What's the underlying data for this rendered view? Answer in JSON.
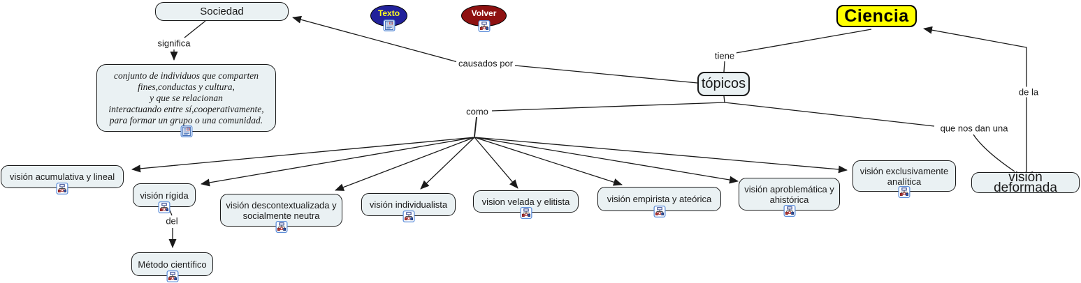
{
  "nodes": {
    "sociedad": "Sociedad",
    "texto_button": "Texto",
    "volver_button": "Volver",
    "ciencia": "Ciencia",
    "topicos": "tópicos",
    "definition_lines": {
      "l1": "conjunto de individuos que comparten",
      "l2": "fines,conductas y cultura,",
      "l3": "y que se relacionan",
      "l4": "interactuando entre sí,cooperativamente,",
      "l5": "para formar un grupo o una comunidad."
    },
    "vision_acumulativa": "visión acumulativa y lineal",
    "vision_rigida": "visión rígida",
    "metodo_cientifico": "Método científico",
    "vision_descontextualizada": "visión descontextualizada y socialmente neutra",
    "vision_individualista": "visión individualista",
    "vision_velada": "vision velada y elitista",
    "vision_empirista": "visión empirista y ateórica",
    "vision_aproblematica": "visión aproblemática y ahistórica",
    "vision_exclusivamente": "visión exclusivamente analítica",
    "vision_deformada": "visión deformada"
  },
  "link_labels": {
    "significa": "significa",
    "causados_por": "causados por",
    "tiene": "tiene",
    "como": "como",
    "que_nos_dan_una": "que nos dan una",
    "de_la": "de la",
    "del": "del"
  },
  "icons": {
    "concept_map_icon": "mini concept-map resource",
    "document_icon": "text document resource"
  },
  "colors": {
    "node_fill": "#eaf1f3",
    "ciencia_fill": "#ffff00",
    "texto_oval_fill": "#22229b",
    "texto_oval_text": "#ffff22",
    "volver_oval_fill": "#8e1111",
    "volver_oval_text": "#ffffff",
    "line": "#1a1a1a"
  }
}
